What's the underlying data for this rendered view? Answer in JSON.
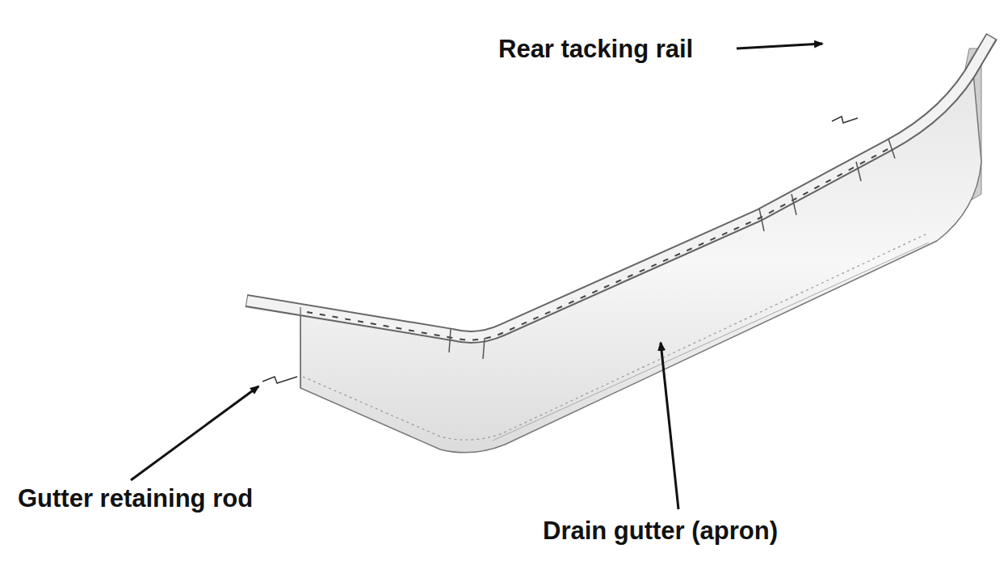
{
  "diagram": {
    "labels": [
      "Rear tacking rail",
      "Gutter retaining rod",
      "Drain gutter (apron)"
    ]
  }
}
